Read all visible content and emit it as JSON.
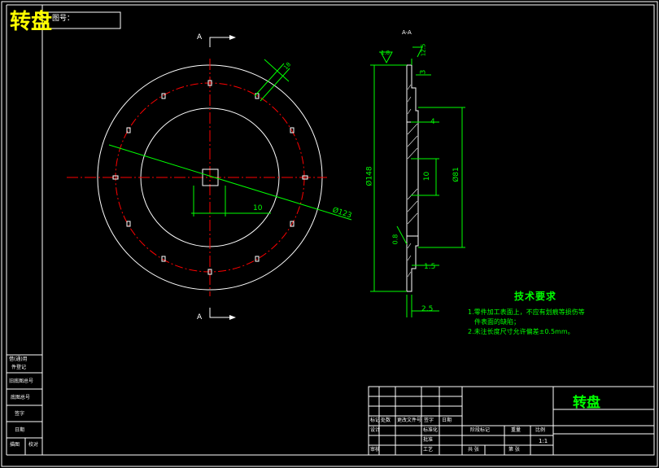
{
  "header": {
    "title": "转盘",
    "drawing_no_label": "图号："
  },
  "views": {
    "front_cut_mark_top": "A",
    "front_cut_mark_bottom": "A",
    "section_label": "A-A"
  },
  "dimensions": {
    "dim_10_front": "10",
    "dim_d123": "Ø123",
    "dim_18": "18",
    "dim_r18": "1.8",
    "dim_12_5": "12.5",
    "dim_3": "3",
    "dim_4": "4",
    "dim_10_section": "10",
    "dim_d148": "Ø148",
    "dim_d81": "Ø81",
    "dim_0_8": "0.8",
    "dim_1_5": "1.5",
    "dim_2_5": "2.5"
  },
  "tech": {
    "title": "技术要求",
    "line1": "1.零件加工表面上，不应有划痕等损伤等",
    "line2": "件表面的缺陷；",
    "line3": "2.未注长度尺寸允许偏差±0.5mm。"
  },
  "title_block": {
    "part_name": "转盘",
    "scale": "1:1",
    "label_mark": "标记",
    "label_zones": "处数",
    "label_file": "更改文件号",
    "label_sign": "签字",
    "label_date": "日期",
    "label_design": "设计",
    "label_check": "审核",
    "label_craft": "工艺",
    "label_std": "标准化",
    "label_approve": "批准",
    "label_stage": "阶段标记",
    "label_weight": "重量",
    "label_ratio": "比例",
    "label_sheets": "共 张",
    "label_sheet": "第 张"
  },
  "sidebar": {
    "s1": "借(通)用",
    "s2": "件登记",
    "s3": "旧底图总号",
    "s4": "底图总号",
    "s5": "签字",
    "s6": "日期",
    "s7": "描图",
    "s8": "校对"
  },
  "colors": {
    "background": "#000000",
    "line": "#ffffff",
    "dimension": "#00ff00",
    "center_line": "#ff0000",
    "title": "#ffff00"
  }
}
